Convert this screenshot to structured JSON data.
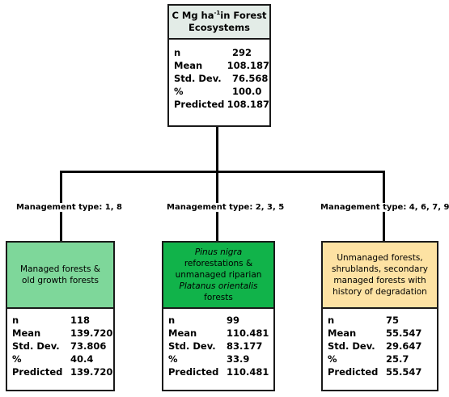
{
  "root": {
    "title_a": "C Mg ha",
    "title_sup": "-1",
    "title_b": "in Forest Ecosystems",
    "stats": [
      {
        "label": "n",
        "value": "292"
      },
      {
        "label": "Mean",
        "value": "108.187"
      },
      {
        "label": "Std. Dev.",
        "value": "76.568"
      },
      {
        "label": "%",
        "value": "100.0"
      },
      {
        "label": "Predicted",
        "value": "108.187"
      }
    ]
  },
  "branches": [
    {
      "edge_label": "Management type: 1, 8",
      "title": "Managed forests & old growth forests",
      "color": "#7ed79a",
      "stats": [
        {
          "label": "n",
          "value": "118"
        },
        {
          "label": "Mean",
          "value": "139.720"
        },
        {
          "label": "Std. Dev.",
          "value": "73.806"
        },
        {
          "label": "%",
          "value": "40.4"
        },
        {
          "label": "Predicted",
          "value": "139.720"
        }
      ]
    },
    {
      "edge_label": "Management type: 2, 3, 5",
      "title_parts": [
        "Pinus nigra",
        " reforestations & unmanaged riparian ",
        "Platanus orientalis",
        " forests"
      ],
      "color": "#11b34a",
      "stats": [
        {
          "label": "n",
          "value": "99"
        },
        {
          "label": "Mean",
          "value": "110.481"
        },
        {
          "label": "Std. Dev.",
          "value": "83.177"
        },
        {
          "label": "%",
          "value": "33.9"
        },
        {
          "label": "Predicted",
          "value": "110.481"
        }
      ]
    },
    {
      "edge_label": "Management type: 4, 6, 7, 9",
      "title": "Unmanaged forests, shrublands, secondary managed forests with history of degradation",
      "color": "#fde2a3",
      "stats": [
        {
          "label": "n",
          "value": "75"
        },
        {
          "label": "Mean",
          "value": "55.547"
        },
        {
          "label": "Std. Dev.",
          "value": "29.647"
        },
        {
          "label": "%",
          "value": "25.7"
        },
        {
          "label": "Predicted",
          "value": "55.547"
        }
      ]
    }
  ]
}
